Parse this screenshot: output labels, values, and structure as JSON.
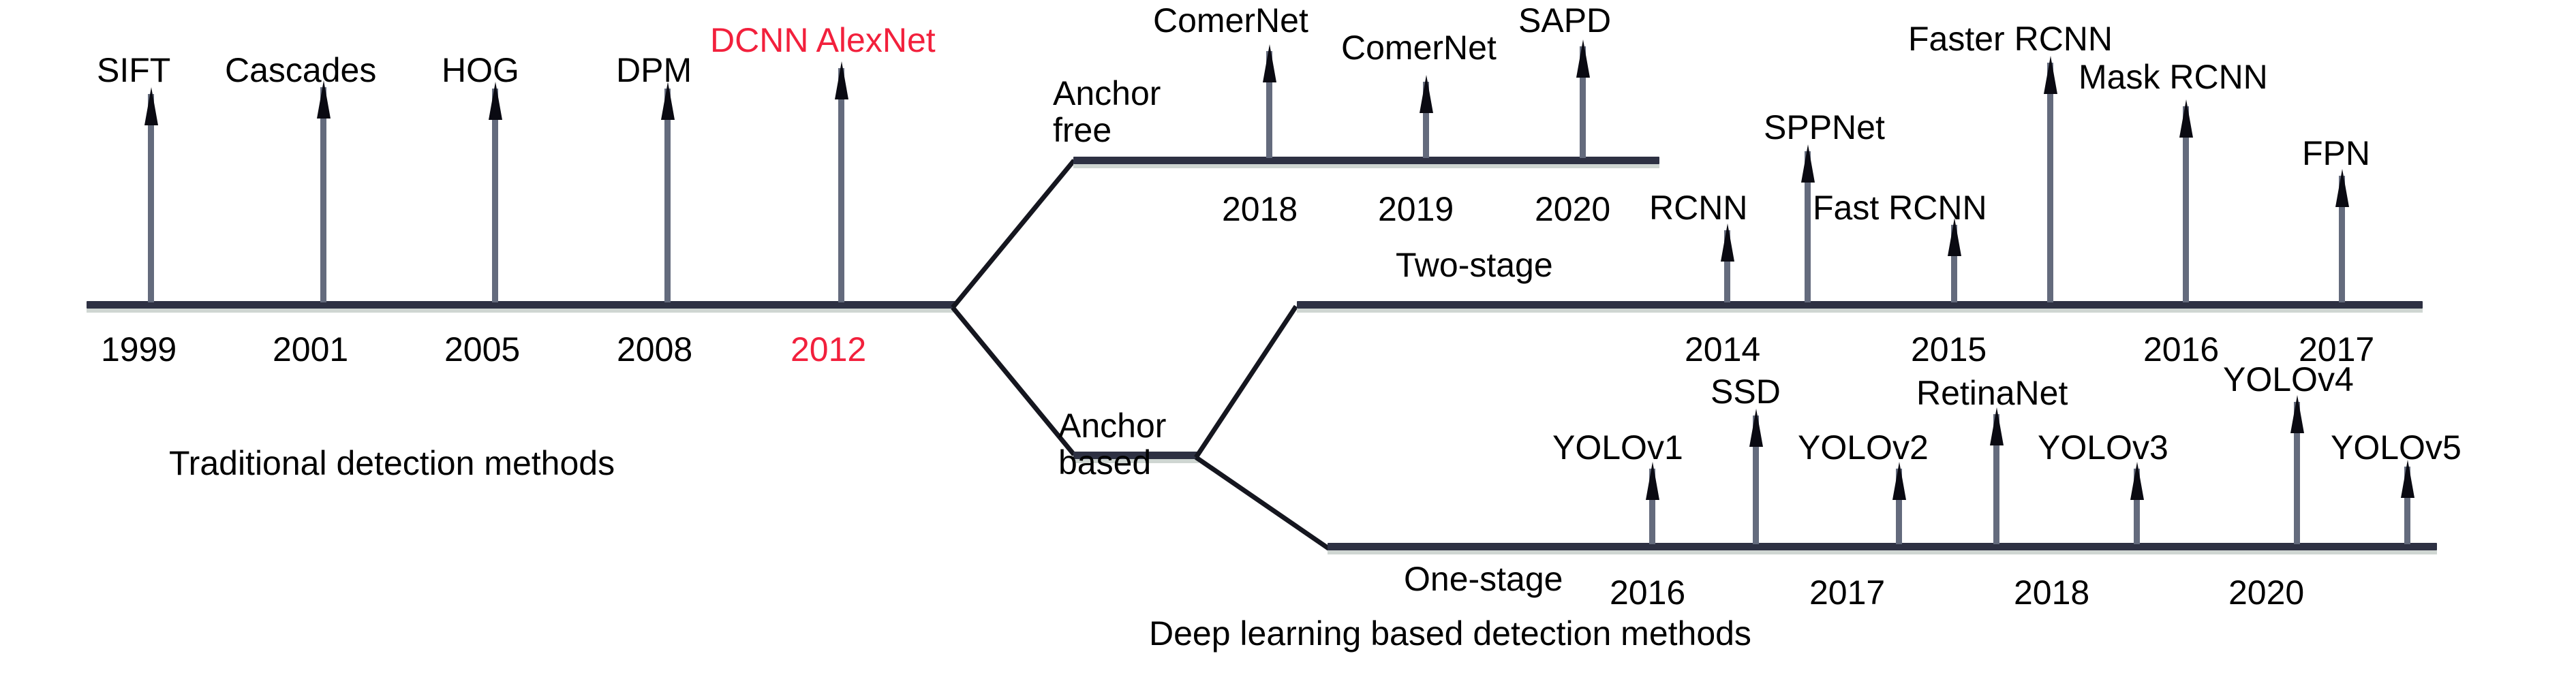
{
  "figure": {
    "type": "timeline-diagram",
    "background": "#ffffff",
    "accent_red": "#f2203c",
    "line_color": "#2e3143",
    "marker_color": "#646b7d"
  },
  "captions": {
    "traditional": "Traditional detection methods",
    "deep_learning": "Deep learning based detection methods"
  },
  "branch_labels": {
    "anchor_free_line1": "Anchor",
    "anchor_free_line2": "free",
    "anchor_based_line1": "Anchor",
    "anchor_based_line2": "based",
    "two_stage": "Two-stage",
    "one_stage": "One-stage"
  },
  "timelines": [
    {
      "id": "traditional",
      "name": "Traditional detection methods",
      "years": [
        "1999",
        "2001",
        "2005",
        "2008",
        "2012"
      ],
      "year_colors": [
        "#000000",
        "#000000",
        "#000000",
        "#000000",
        "#f2203c"
      ],
      "milestones": [
        {
          "label": "SIFT",
          "year": "1999",
          "color": "#000000"
        },
        {
          "label": "Cascades",
          "year": "2001",
          "color": "#000000"
        },
        {
          "label": "HOG",
          "year": "2005",
          "color": "#000000"
        },
        {
          "label": "DPM",
          "year": "2008",
          "color": "#000000"
        },
        {
          "label": "DCNN AlexNet",
          "year": "2012",
          "color": "#f2203c"
        }
      ]
    },
    {
      "id": "anchor-free",
      "name": "Anchor free",
      "years": [
        "2018",
        "2019",
        "2020"
      ],
      "milestones": [
        {
          "label": "ComerNet",
          "year": "2018",
          "color": "#000000"
        },
        {
          "label": "ComerNet",
          "year": "2019",
          "color": "#000000"
        },
        {
          "label": "SAPD",
          "year": "2020",
          "color": "#000000"
        }
      ]
    },
    {
      "id": "two-stage",
      "name": "Two-stage",
      "years": [
        "2014",
        "2015",
        "2016",
        "2017"
      ],
      "milestones": [
        {
          "label": "RCNN",
          "year": "2014",
          "color": "#000000"
        },
        {
          "label": "SPPNet",
          "year": "2014",
          "color": "#000000"
        },
        {
          "label": "Fast RCNN",
          "year": "2015",
          "color": "#000000"
        },
        {
          "label": "Faster RCNN",
          "year": "2015",
          "color": "#000000"
        },
        {
          "label": "Mask RCNN",
          "year": "2016",
          "color": "#000000"
        },
        {
          "label": "FPN",
          "year": "2017",
          "color": "#000000"
        }
      ]
    },
    {
      "id": "one-stage",
      "name": "One-stage",
      "years": [
        "2016",
        "2017",
        "2018",
        "2020"
      ],
      "milestones": [
        {
          "label": "YOLOv1",
          "year": "2016",
          "color": "#000000"
        },
        {
          "label": "SSD",
          "year": "2016",
          "color": "#000000"
        },
        {
          "label": "YOLOv2",
          "year": "2017",
          "color": "#000000"
        },
        {
          "label": "RetinaNet",
          "year": "2017",
          "color": "#000000"
        },
        {
          "label": "YOLOv3",
          "year": "2018",
          "color": "#000000"
        },
        {
          "label": "YOLOv4",
          "year": "2020",
          "color": "#000000"
        },
        {
          "label": "YOLOv5",
          "year": "2020",
          "color": "#000000"
        }
      ]
    }
  ],
  "labels": {
    "sift": "SIFT",
    "cascades": "Cascades",
    "hog": "HOG",
    "dpm": "DPM",
    "dcnn_alexnet": "DCNN AlexNet",
    "cornernet_2018": "ComerNet",
    "cornernet_2019": "ComerNet",
    "sapd": "SAPD",
    "rcnn": "RCNN",
    "sppnet": "SPPNet",
    "fast_rcnn": "Fast RCNN",
    "faster_rcnn": "Faster RCNN",
    "mask_rcnn": "Mask RCNN",
    "fpn": "FPN",
    "yolov1": "YOLOv1",
    "ssd": "SSD",
    "yolov2": "YOLOv2",
    "retinanet": "RetinaNet",
    "yolov3": "YOLOv3",
    "yolov4": "YOLOv4",
    "yolov5": "YOLOv5"
  },
  "years": {
    "t_1999": "1999",
    "t_2001": "2001",
    "t_2005": "2005",
    "t_2008": "2008",
    "t_2012": "2012",
    "af_2018": "2018",
    "af_2019": "2019",
    "af_2020": "2020",
    "ts_2014": "2014",
    "ts_2015": "2015",
    "ts_2016": "2016",
    "ts_2017": "2017",
    "os_2016": "2016",
    "os_2017": "2017",
    "os_2018": "2018",
    "os_2020": "2020"
  }
}
